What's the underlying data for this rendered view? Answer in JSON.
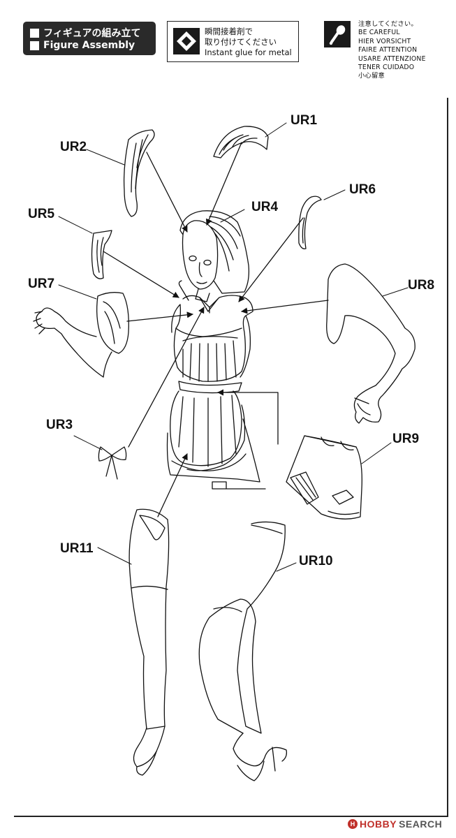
{
  "header": {
    "title_jp": "フィギュアの組み立て",
    "title_en": "Figure Assembly"
  },
  "glue_note": {
    "icon": "diamond-glue-icon",
    "line1": "瞬間接着剤で",
    "line2": "取り付けてください",
    "line3": "Instant glue for metal"
  },
  "caution": {
    "icon": "caution-drop-icon",
    "lines": [
      "注意してください。",
      "BE CAREFUL",
      "HIER VORSICHT",
      "FAIRE ATTENTION",
      "USARE ATTENZIONE",
      "TENER CUIDADO",
      "小心留意"
    ]
  },
  "parts": {
    "ur1": "UR1",
    "ur2": "UR2",
    "ur3": "UR3",
    "ur4": "UR4",
    "ur5": "UR5",
    "ur6": "UR6",
    "ur7": "UR7",
    "ur8": "UR8",
    "ur9": "UR9",
    "ur10": "UR10",
    "ur11": "UR11"
  },
  "watermark": {
    "hobby": "HOBBY",
    "search": "SEARCH"
  }
}
